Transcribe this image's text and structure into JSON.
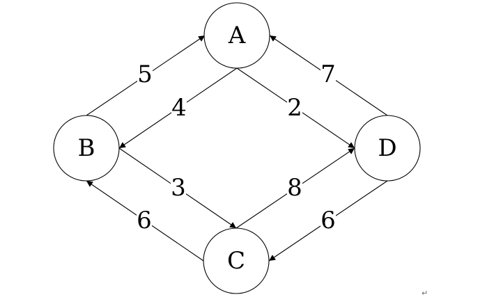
{
  "graph": {
    "nodes": [
      {
        "id": "A",
        "label": "A"
      },
      {
        "id": "B",
        "label": "B"
      },
      {
        "id": "C",
        "label": "C"
      },
      {
        "id": "D",
        "label": "D"
      }
    ],
    "edges": [
      {
        "from": "B",
        "to": "A",
        "weight": "5"
      },
      {
        "from": "A",
        "to": "B",
        "weight": "4"
      },
      {
        "from": "A",
        "to": "D",
        "weight": "2"
      },
      {
        "from": "D",
        "to": "A",
        "weight": "7"
      },
      {
        "from": "B",
        "to": "C",
        "weight": "3"
      },
      {
        "from": "C",
        "to": "B",
        "weight": "6"
      },
      {
        "from": "C",
        "to": "D",
        "weight": "8"
      },
      {
        "from": "D",
        "to": "C",
        "weight": "6"
      }
    ]
  },
  "paragraph_mark": "↵"
}
